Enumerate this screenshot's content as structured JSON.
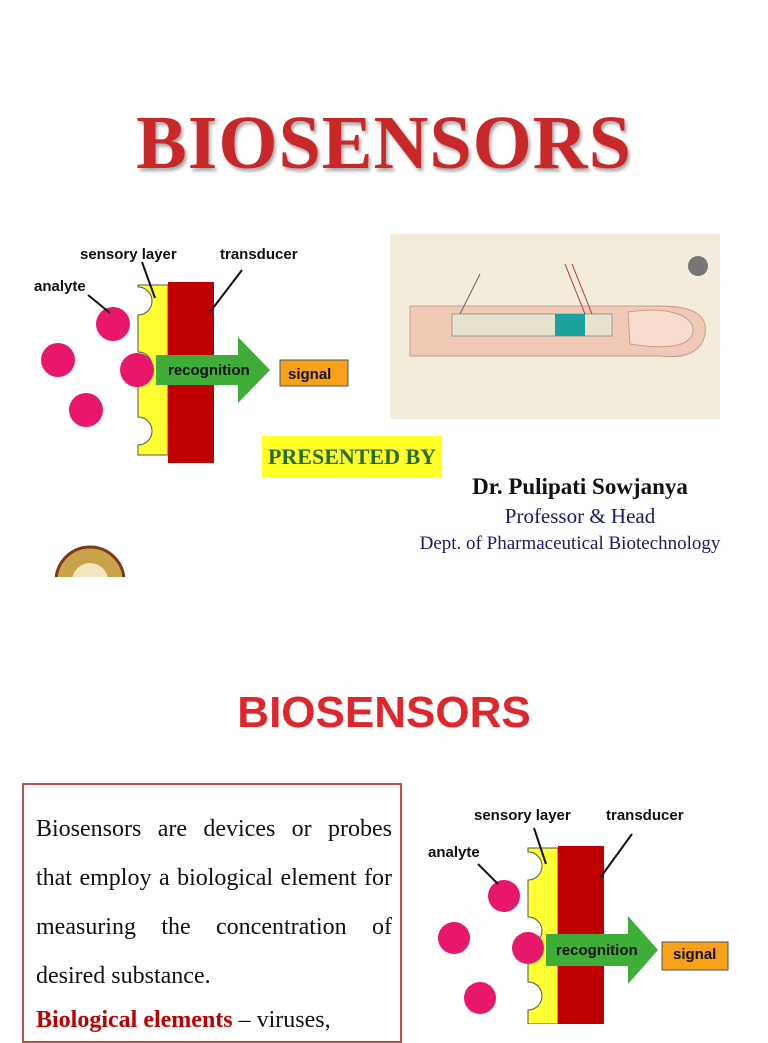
{
  "slide1": {
    "title": "BIOSENSORS",
    "diagram": {
      "sensory_layer": "sensory layer",
      "transducer": "transducer",
      "analyte": "analyte",
      "recognition": "recognition",
      "signal": "signal"
    },
    "presented_by": "PRESENTED BY",
    "author": {
      "name": "Dr. Pulipati Sowjanya",
      "role": "Professor & Head",
      "dept": "Dept. of Pharmaceutical Biotechnology"
    }
  },
  "slide2": {
    "title": "BIOSENSORS",
    "definition": "Biosensors are devices or probes that employ a biological element for measuring the concentration of desired substance.",
    "elements_label": "Biological elements",
    "elements_tail": "–   viruses,",
    "diagram": {
      "sensory_layer": "sensory layer",
      "transducer": "transducer",
      "analyte": "analyte",
      "recognition": "recognition",
      "signal": "signal"
    }
  },
  "colors": {
    "title_red": "#c8282a",
    "slide2_title_red": "#e0262a",
    "transducer_red": "#c00000",
    "sensory_yellow": "#ffff33",
    "analyte_pink": "#e8176b",
    "arrow_green": "#3fae38",
    "signal_orange": "#f7a11a"
  }
}
